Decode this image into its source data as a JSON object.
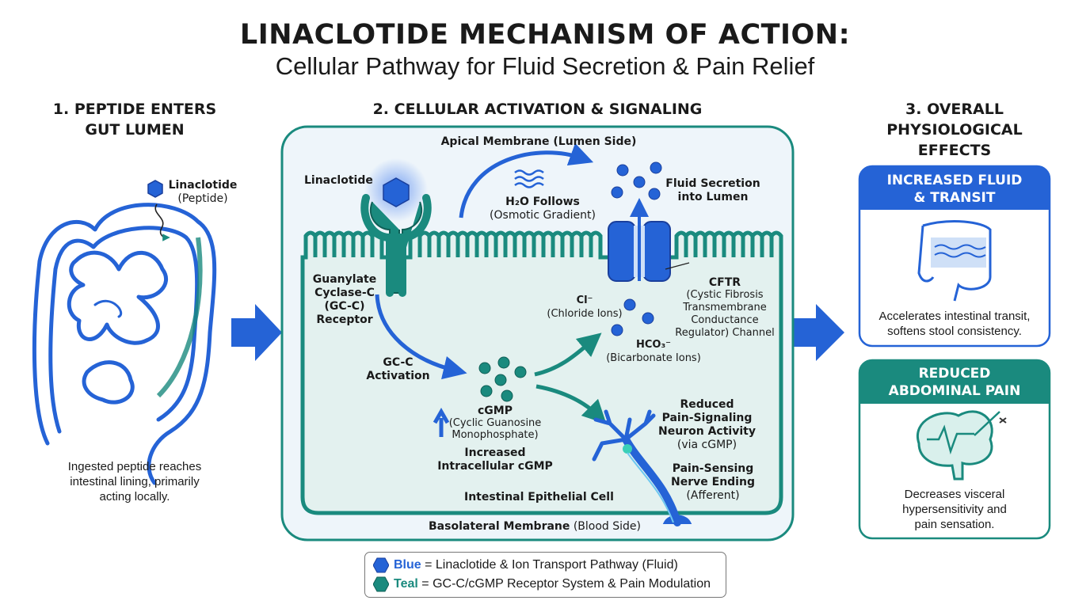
{
  "title": "LINACLOTIDE MECHANISM OF ACTION:",
  "subtitle": "Cellular Pathway for Fluid Secretion & Pain Relief",
  "colors": {
    "blue": "#2563d6",
    "teal": "#1a8a7e",
    "cell_bg": "#e8f3f6",
    "outer_bg": "#eef5fa"
  },
  "section1": {
    "heading_line1": "1. PEPTIDE ENTERS",
    "heading_line2": "GUT LUMEN",
    "peptide_label": "Linaclotide",
    "peptide_sub": "(Peptide)",
    "caption_line1": "Ingested peptide reaches",
    "caption_line2": "intestinal lining, primarily",
    "caption_line3": "acting locally.",
    "icon": "intestine-icon"
  },
  "section2": {
    "heading": "2. CELLULAR ACTIVATION & SIGNALING",
    "apical": "Apical Membrane (Lumen Side)",
    "linaclotide": "Linaclotide",
    "h2o_title": "H₂O Follows",
    "h2o_sub": "(Osmotic Gradient)",
    "fluid_line1": "Fluid Secretion",
    "fluid_line2": "into Lumen",
    "receptor_line1": "Guanylate",
    "receptor_line2": "Cyclase-C",
    "receptor_line3": "(GC-C)",
    "receptor_line4": "Receptor",
    "cftr_title": "CFTR",
    "cftr_line1": "(Cystic Fibrosis",
    "cftr_line2": "Transmembrane",
    "cftr_line3": "Conductance",
    "cftr_line4": "Regulator) Channel",
    "cl_title": "Cl⁻",
    "cl_sub": "(Chloride Ions)",
    "hco3_title": "HCO₃⁻",
    "hco3_sub": "(Bicarbonate Ions)",
    "gcc_line1": "GC-C",
    "gcc_line2": "Activation",
    "cgmp_title": "cGMP",
    "cgmp_sub1": "(Cyclic Guanosine",
    "cgmp_sub2": "Monophosphate)",
    "increased_line1": "Increased",
    "increased_line2": "Intracellular cGMP",
    "reduced_line1": "Reduced",
    "reduced_line2": "Pain-Signaling",
    "reduced_line3": "Neuron Activity",
    "reduced_line4": "(via cGMP)",
    "nerve_line1": "Pain-Sensing",
    "nerve_line2": "Nerve Ending",
    "nerve_line3": "(Afferent)",
    "cell_label": "Intestinal Epithelial Cell",
    "basolateral_bold": "Basolateral Membrane",
    "basolateral_rest": " (Blood Side)"
  },
  "section3": {
    "heading_line1": "3. OVERALL",
    "heading_line2": "PHYSIOLOGICAL",
    "heading_line3": "EFFECTS",
    "card1": {
      "title_line1": "INCREASED FLUID",
      "title_line2": "& TRANSIT",
      "text_line1": "Accelerates intestinal transit,",
      "text_line2": "softens stool consistency.",
      "icon": "colon-icon"
    },
    "card2": {
      "title_line1": "REDUCED",
      "title_line2": "ABDOMINAL PAIN",
      "text_line1": "Decreases visceral",
      "text_line2": "hypersensitivity and",
      "text_line3": "pain sensation.",
      "icon": "brain-pain-icon"
    }
  },
  "legend": {
    "blue_word": "Blue",
    "blue_text": " = Linaclotide & Ion Transport Pathway (Fluid)",
    "teal_word": "Teal",
    "teal_text": " = GC-C/cGMP Receptor System & Pain Modulation"
  }
}
